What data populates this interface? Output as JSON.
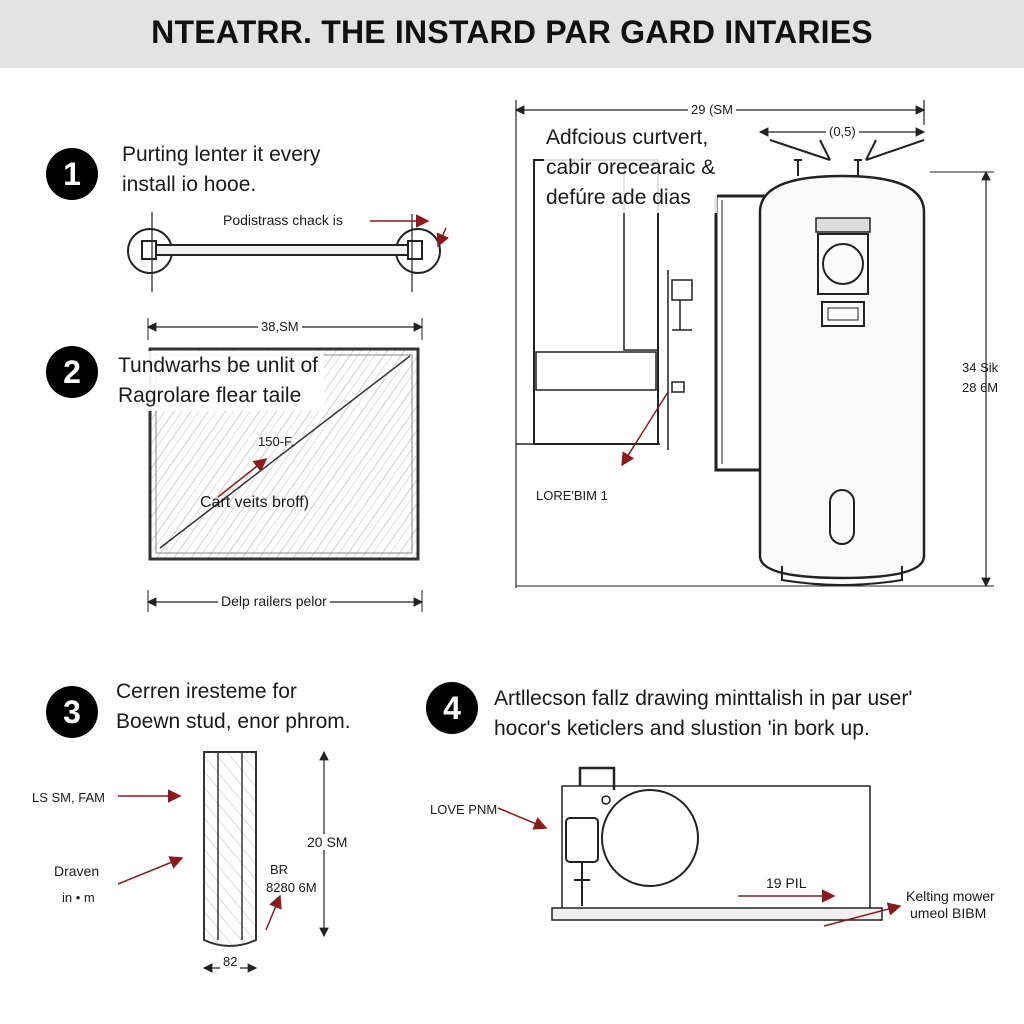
{
  "header": {
    "title": "NTEATRR. THE INSTARD PAR GARD INTARIES"
  },
  "steps": [
    {
      "number": "1",
      "line1": "Purting lenter it every",
      "line2": "install io hooe."
    },
    {
      "number": "2",
      "line1": "Tundwarhs be unlit of",
      "line2": "Ragrolare flear taile"
    },
    {
      "number": "3",
      "line1": "Cerren iresteme for",
      "line2": "Boewn stud, enor phrom."
    },
    {
      "number": "4",
      "line1": "Artllecson fallz drawing minttalish in par user'",
      "line2": "hocor's keticlers and slustion 'in bork up."
    }
  ],
  "heater": {
    "line1": "Adfcious curtvert,",
    "line2": "cabir orecearaic &",
    "line3": "defúre ade dias"
  },
  "labels": {
    "bracket_callout": "Podistrass chack is",
    "panel_top_dim": "38,SM",
    "panel_mid": "150-F.",
    "panel_callout": "Cart veits broff)",
    "panel_bottom_dim": "Delp railers pelor",
    "heater_top_dim": "29 (SM",
    "heater_valve_dim": "(0,5)",
    "heater_height_1": "34 Sik",
    "heater_height_2": "28 6M",
    "heater_pipe_label": "LORE'BIM 1",
    "stud_left_1": "LS SM, FAM",
    "stud_left_2": "Draven",
    "stud_left_3": "in • m",
    "stud_height": "20 SM",
    "stud_mid_1": "BR",
    "stud_mid_2": "8280 6M",
    "stud_bottom": "82",
    "unit_left": "LOVE PNM",
    "unit_mid": "19 PIL",
    "unit_right_1": "Kelting mower",
    "unit_right_2": "umeol BIBM"
  },
  "colors": {
    "banner_bg": "#e3e3e3",
    "line": "#222222",
    "accent_arrow": "#8b1a1a",
    "hatch": "#c9c9c9"
  }
}
